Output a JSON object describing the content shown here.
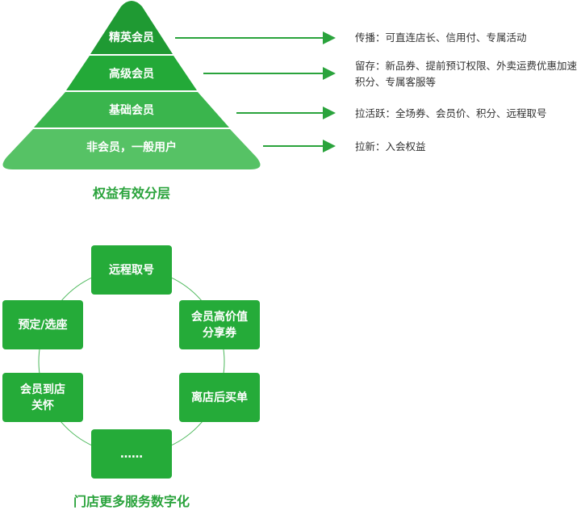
{
  "pyramid": {
    "caption": "权益有效分层",
    "levels": [
      {
        "label": "精英会员",
        "desc": "传播：可直连店长、信用付、专属活动",
        "color": "#1f9a33"
      },
      {
        "label": "高级会员",
        "desc": "留存：新品券、提前预订权限、外卖运费优惠加速积分、专属客服等",
        "color": "#23a938"
      },
      {
        "label": "基础会员",
        "desc": "拉活跃：全场券、会员价、积分、远程取号",
        "color": "#3ab54d"
      },
      {
        "label": "非会员，一般用户",
        "desc": "拉新：入会权益",
        "color": "#56c265"
      }
    ]
  },
  "cycle": {
    "caption": "门店更多服务数字化",
    "items": [
      {
        "line1": "远程取号",
        "line2": ""
      },
      {
        "line1": "会员高价值",
        "line2": "分享券"
      },
      {
        "line1": "离店后买单",
        "line2": ""
      },
      {
        "line1": "……",
        "line2": ""
      },
      {
        "line1": "会员到店",
        "line2": "关怀"
      },
      {
        "line1": "预定/选座",
        "line2": ""
      }
    ]
  },
  "colors": {
    "accent": "#25ab39",
    "arrow": "#2aa33c",
    "text": "#333333"
  }
}
